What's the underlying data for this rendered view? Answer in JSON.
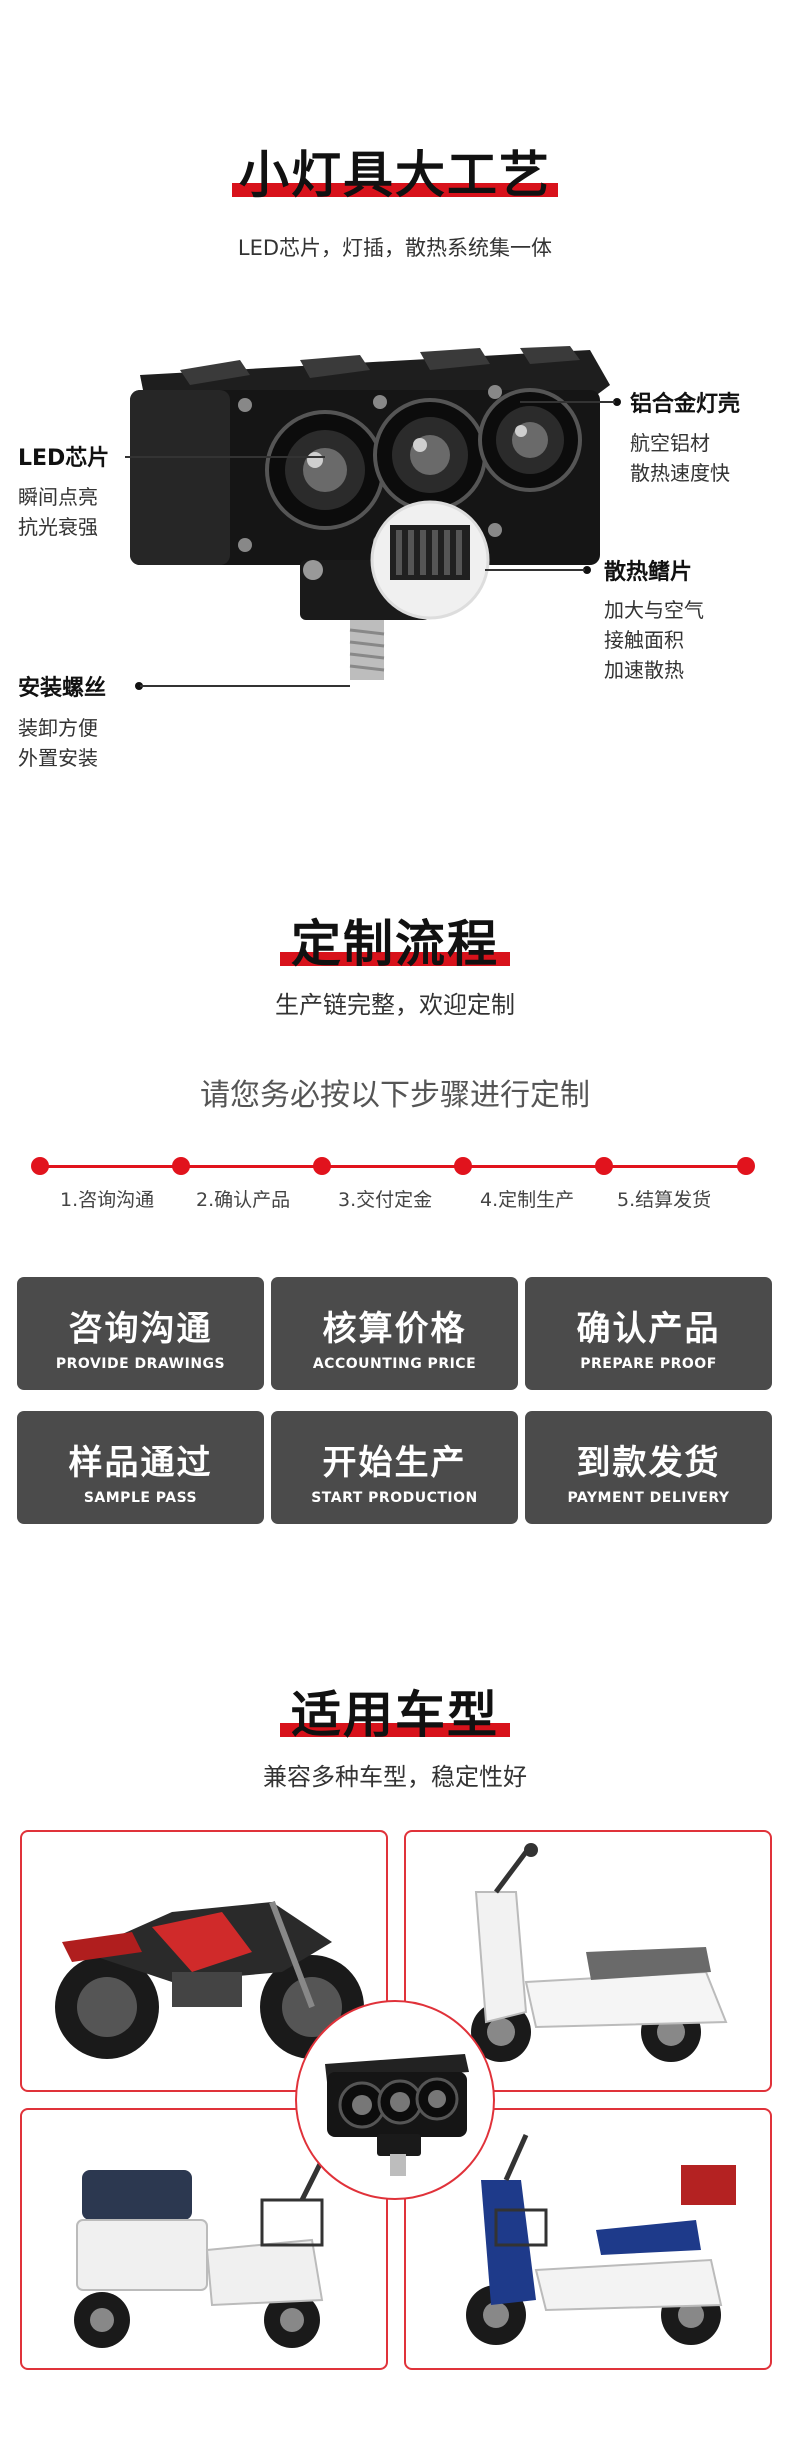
{
  "section1": {
    "title": "小灯具大工艺",
    "subtitle": "LED芯片，灯插，散热系统集一体",
    "callouts": {
      "led": {
        "heading": "LED芯片",
        "lines": [
          "瞬间点亮",
          "抗光衰强"
        ]
      },
      "housing": {
        "heading": "铝合金灯壳",
        "lines": [
          "航空铝材",
          "散热速度快"
        ]
      },
      "fins": {
        "heading": "散热鳍片",
        "lines": [
          "加大与空气",
          "接触面积",
          "加速散热"
        ]
      },
      "screw": {
        "heading": "安装螺丝",
        "lines": [
          "装卸方便",
          "外置安装"
        ]
      }
    }
  },
  "section2": {
    "title": "定制流程",
    "subtitle": "生产链完整，欢迎定制",
    "instruction": "请您务必按以下步骤进行定制",
    "steps": [
      "1.咨询沟通",
      "2.确认产品",
      "3.交付定金",
      "4.定制生产",
      "5.结算发货"
    ],
    "cards": [
      {
        "cn": "咨询沟通",
        "en": "PROVIDE DRAWINGS"
      },
      {
        "cn": "核算价格",
        "en": "ACCOUNTING PRICE"
      },
      {
        "cn": "确认产品",
        "en": "PREPARE PROOF"
      },
      {
        "cn": "样品通过",
        "en": "SAMPLE PASS"
      },
      {
        "cn": "开始生产",
        "en": "START PRODUCTION"
      },
      {
        "cn": "到款发货",
        "en": "PAYMENT DELIVERY"
      }
    ]
  },
  "section3": {
    "title": "适用车型",
    "subtitle": "兼容多种车型，稳定性好"
  },
  "colors": {
    "accent": "#d8121b",
    "card": "#4b4b4b"
  }
}
